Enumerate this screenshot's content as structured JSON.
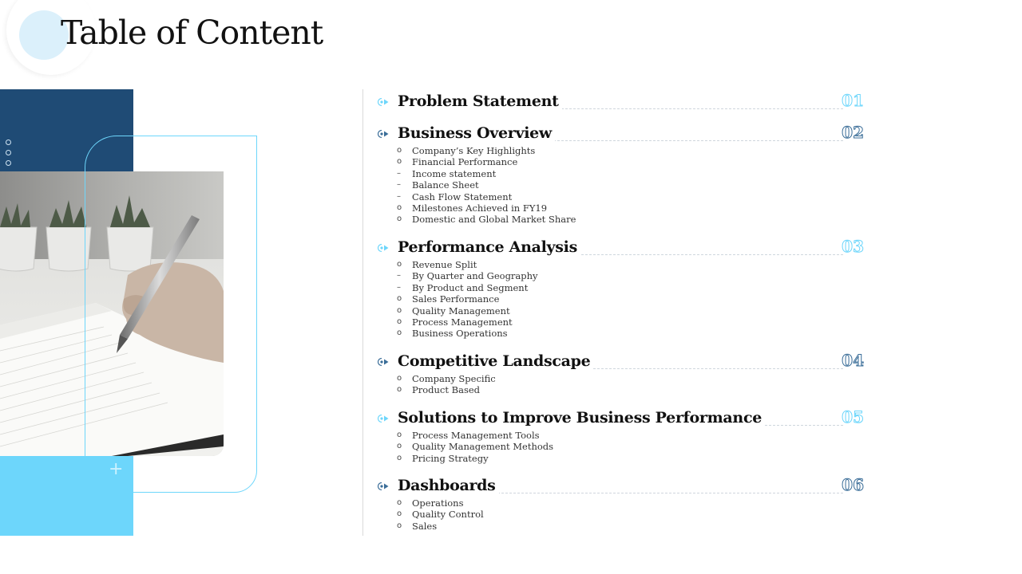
{
  "title": "Table of Content",
  "sections": [
    {
      "title": "Problem Statement",
      "number": "01",
      "number_style": "light",
      "items": []
    },
    {
      "title": "Business Overview",
      "number": "02",
      "number_style": "dark",
      "items": [
        {
          "bullet": "o",
          "text": "Company’s Key Highlights"
        },
        {
          "bullet": "o",
          "text": "Financial Performance"
        },
        {
          "bullet": "–",
          "text": "Income statement"
        },
        {
          "bullet": "–",
          "text": "Balance Sheet"
        },
        {
          "bullet": "–",
          "text": "Cash Flow Statement"
        },
        {
          "bullet": "o",
          "text": "Milestones Achieved in FY19"
        },
        {
          "bullet": "o",
          "text": "Domestic and Global Market Share"
        }
      ]
    },
    {
      "title": "Performance Analysis",
      "number": "03",
      "number_style": "light",
      "items": [
        {
          "bullet": "o",
          "text": "Revenue Split"
        },
        {
          "bullet": "–",
          "text": "By Quarter and Geography"
        },
        {
          "bullet": "–",
          "text": "By Product and Segment"
        },
        {
          "bullet": "o",
          "text": "Sales Performance"
        },
        {
          "bullet": "o",
          "text": "Quality Management"
        },
        {
          "bullet": "o",
          "text": "Process Management"
        },
        {
          "bullet": "o",
          "text": "Business Operations"
        }
      ]
    },
    {
      "title": "Competitive Landscape",
      "number": "04",
      "number_style": "dark",
      "items": [
        {
          "bullet": "o",
          "text": "Company Specific"
        },
        {
          "bullet": "o",
          "text": "Product Based"
        }
      ]
    },
    {
      "title": "Solutions to Improve Business Performance",
      "number": "05",
      "number_style": "light",
      "items": [
        {
          "bullet": "o",
          "text": "Process Management Tools"
        },
        {
          "bullet": "o",
          "text": "Quality Management Methods"
        },
        {
          "bullet": "o",
          "text": "Pricing Strategy"
        }
      ]
    },
    {
      "title": "Dashboards",
      "number": "06",
      "number_style": "dark",
      "items": [
        {
          "bullet": "o",
          "text": "Operations"
        },
        {
          "bullet": "o",
          "text": "Quality Control"
        },
        {
          "bullet": "o",
          "text": "Sales"
        }
      ]
    }
  ],
  "colors": {
    "navy": "#1f4b75",
    "light_blue": "#6dd6fb",
    "pale_blue": "#dbf0fb",
    "number_dark": "#3a6d98"
  },
  "icons": {
    "section_marker": "arrow-right-circle-icon",
    "photo": "hand-writing-notebook-photo"
  }
}
